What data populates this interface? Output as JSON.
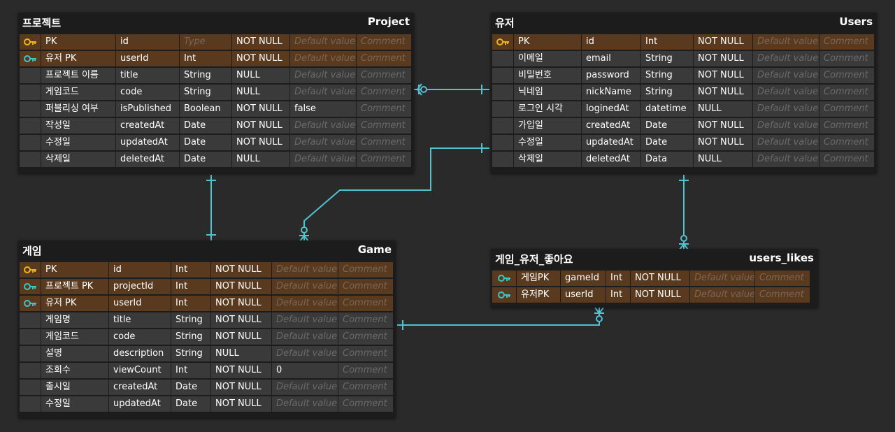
{
  "colors": {
    "pk_key": "#e8b422",
    "fk_key": "#3ec4c4",
    "link": "#4fc3d0",
    "pk_row": "#5a3a1f",
    "cell": "#3a3a3a",
    "background": "#2a2a2a"
  },
  "placeholders": {
    "default": "Default value",
    "comment": "Comment",
    "type": "Type"
  },
  "tables": {
    "project": {
      "name_ko": "프로젝트",
      "name_en": "Project",
      "rows": [
        {
          "key": "pk",
          "ko": "PK",
          "col": "id",
          "type": "",
          "null": "NOT NULL",
          "def": ""
        },
        {
          "key": "fk",
          "ko": "유저 PK",
          "col": "userId",
          "type": "Int",
          "null": "NOT NULL",
          "def": ""
        },
        {
          "key": "",
          "ko": "프로젝트 이름",
          "col": "title",
          "type": "String",
          "null": "NULL",
          "def": ""
        },
        {
          "key": "",
          "ko": "게임코드",
          "col": "code",
          "type": "String",
          "null": "NULL",
          "def": ""
        },
        {
          "key": "",
          "ko": "퍼블리싱 여부",
          "col": "isPublished",
          "type": "Boolean",
          "null": "NOT NULL",
          "def": "false"
        },
        {
          "key": "",
          "ko": "작성일",
          "col": "createdAt",
          "type": "Date",
          "null": "NOT NULL",
          "def": ""
        },
        {
          "key": "",
          "ko": "수정일",
          "col": "updatedAt",
          "type": "Date",
          "null": "NOT NULL",
          "def": ""
        },
        {
          "key": "",
          "ko": "삭제일",
          "col": "deletedAt",
          "type": "Date",
          "null": "NULL",
          "def": ""
        }
      ]
    },
    "users": {
      "name_ko": "유저",
      "name_en": "Users",
      "rows": [
        {
          "key": "pk",
          "ko": "PK",
          "col": "id",
          "type": "Int",
          "null": "NOT NULL",
          "def": ""
        },
        {
          "key": "",
          "ko": "이메일",
          "col": "email",
          "type": "String",
          "null": "NOT NULL",
          "def": ""
        },
        {
          "key": "",
          "ko": "비밀번호",
          "col": "password",
          "type": "String",
          "null": "NOT NULL",
          "def": ""
        },
        {
          "key": "",
          "ko": "닉네임",
          "col": "nickName",
          "type": "String",
          "null": "NOT NULL",
          "def": ""
        },
        {
          "key": "",
          "ko": "로그인 시각",
          "col": "loginedAt",
          "type": "datetime",
          "null": "NULL",
          "def": ""
        },
        {
          "key": "",
          "ko": "가입일",
          "col": "createdAt",
          "type": "Date",
          "null": "NOT NULL",
          "def": ""
        },
        {
          "key": "",
          "ko": "수정일",
          "col": "updatedAt",
          "type": "Date",
          "null": "NOT NULL",
          "def": ""
        },
        {
          "key": "",
          "ko": "삭제일",
          "col": "deletedAt",
          "type": "Data",
          "null": "NULL",
          "def": ""
        }
      ]
    },
    "game": {
      "name_ko": "게임",
      "name_en": "Game",
      "rows": [
        {
          "key": "pk",
          "ko": "PK",
          "col": "id",
          "type": "Int",
          "null": "NOT NULL",
          "def": ""
        },
        {
          "key": "fk",
          "ko": "프로젝트 PK",
          "col": "projectId",
          "type": "Int",
          "null": "NOT NULL",
          "def": ""
        },
        {
          "key": "fk",
          "ko": "유저 PK",
          "col": "userId",
          "type": "Int",
          "null": "NOT NULL",
          "def": ""
        },
        {
          "key": "",
          "ko": "게임명",
          "col": "title",
          "type": "String",
          "null": "NOT NULL",
          "def": ""
        },
        {
          "key": "",
          "ko": "게임코드",
          "col": "code",
          "type": "String",
          "null": "NOT NULL",
          "def": ""
        },
        {
          "key": "",
          "ko": "설명",
          "col": "description",
          "type": "String",
          "null": "NULL",
          "def": ""
        },
        {
          "key": "",
          "ko": "조회수",
          "col": "viewCount",
          "type": "Int",
          "null": "NOT NULL",
          "def": "0"
        },
        {
          "key": "",
          "ko": "출시일",
          "col": "createdAt",
          "type": "Date",
          "null": "NOT NULL",
          "def": ""
        },
        {
          "key": "",
          "ko": "수정일",
          "col": "updatedAt",
          "type": "Date",
          "null": "NOT NULL",
          "def": ""
        }
      ]
    },
    "users_likes": {
      "name_ko": "게임_유저_좋아요",
      "name_en": "users_likes",
      "rows": [
        {
          "key": "fk",
          "ko": "게임PK",
          "col": "gameId",
          "type": "Int",
          "null": "NOT NULL",
          "def": ""
        },
        {
          "key": "fk",
          "ko": "유저PK",
          "col": "userId",
          "type": "Int",
          "null": "NOT NULL",
          "def": ""
        }
      ]
    }
  }
}
